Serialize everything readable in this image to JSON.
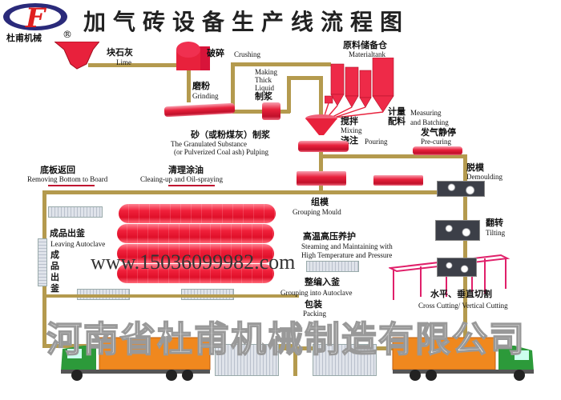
{
  "header": {
    "title": "加气砖设备生产线流程图",
    "logo_text": "杜甫机械",
    "logo_letter": "F",
    "registered": "®"
  },
  "steps": {
    "lime": {
      "zh": "块石灰",
      "en": "Lime"
    },
    "crushing": {
      "zh": "破碎",
      "en": "Crushing"
    },
    "grinding": {
      "zh": "磨粉",
      "en": "Grinding"
    },
    "thick_liquid": {
      "en1": "Making",
      "en2": "Thick",
      "en3": "Liquid",
      "zh": "制浆"
    },
    "material_tank": {
      "zh": "原料储备仓",
      "en": "Materialtank"
    },
    "measuring": {
      "zh1": "计量",
      "zh2": "配料",
      "en1": "Measuring",
      "en2": "and Batching"
    },
    "pulping": {
      "zh": "砂（或粉煤灰）制浆",
      "en1": "The Granulated Substance",
      "en2": "(or Pulverized Coal ash) Pulping"
    },
    "mixing": {
      "zh1": "搅拌",
      "en1": "Mixing",
      "zh2": "浇注",
      "en2": "Pouring"
    },
    "pre_curing": {
      "zh": "发气静停",
      "en": "Pre-curing"
    },
    "removing": {
      "zh": "底板返回",
      "en": "Removing Bottom to Board"
    },
    "cleaning": {
      "zh": "清理涂油",
      "en": "Cleaing-up and Oil-spraying"
    },
    "demoulding": {
      "zh": "脱模",
      "en": "Demoulding"
    },
    "grouping_mould": {
      "zh": "组模",
      "en": "Grouping Mould"
    },
    "tilting": {
      "zh": "翻转",
      "en": "Tilting"
    },
    "leaving": {
      "zh": "成品出釜",
      "en": "Leaving Autoclave",
      "zh_vertical": "成品出釜"
    },
    "steaming": {
      "zh": "高温高压养护",
      "en1": "Steaming and Maintaining with",
      "en2": "High Temperature and Pressure"
    },
    "grouping_autoclave": {
      "zh": "整编入釜",
      "en": "Grouping into Autoclave"
    },
    "cutting": {
      "zh": "水平、垂直切割",
      "en": "Cross Cutting/ Vertical Cutting"
    },
    "packing": {
      "zh": "包装",
      "en": "Packing"
    }
  },
  "watermarks": {
    "url": "www.15036099982.com",
    "company": "河南省杜甫机械制造有限公司"
  },
  "colors": {
    "pipe": "#b49a4e",
    "equipment": "#e8213c",
    "frame": "#e0206a"
  }
}
